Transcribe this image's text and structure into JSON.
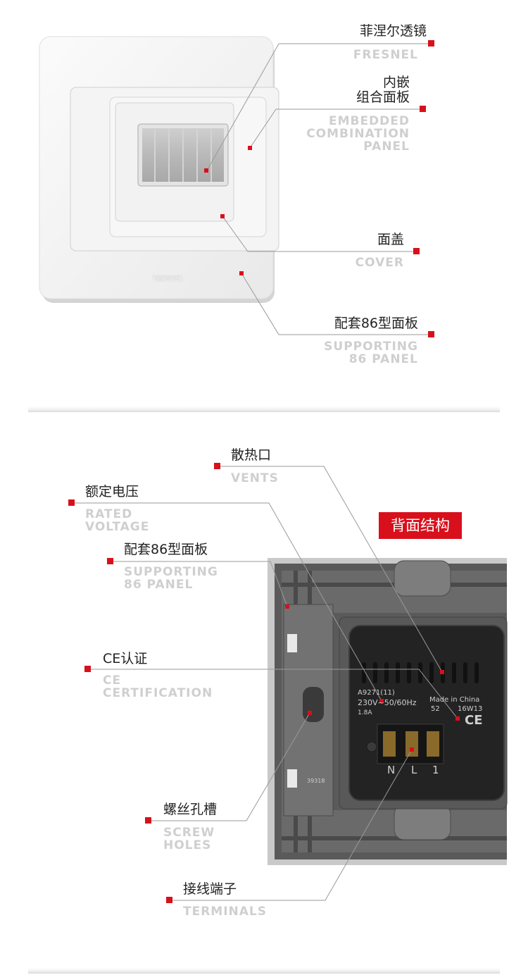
{
  "callouts_front": [
    {
      "id": "fresnel",
      "zh": "菲涅尔透镜",
      "en": [
        "FRESNEL"
      ]
    },
    {
      "id": "embedded",
      "zh": [
        "内嵌",
        "组合面板"
      ],
      "en": [
        "EMBEDDED",
        "COMBINATION",
        "PANEL"
      ]
    },
    {
      "id": "cover",
      "zh": "面盖",
      "en": [
        "COVER"
      ]
    },
    {
      "id": "supporting_front",
      "zh": "配套86型面板",
      "en": [
        "SUPPORTING",
        "86 PANEL"
      ]
    }
  ],
  "callouts_back": [
    {
      "id": "vents",
      "zh": "散热口",
      "en": [
        "VENTS"
      ]
    },
    {
      "id": "rated",
      "zh": "额定电压",
      "en": [
        "RATED",
        "VOLTAGE"
      ]
    },
    {
      "id": "supporting_back",
      "zh": "配套86型面板",
      "en": [
        "SUPPORTING",
        "86 PANEL"
      ]
    },
    {
      "id": "ce",
      "zh": "CE认证",
      "en": [
        "CE",
        "CERTIFICATION"
      ]
    },
    {
      "id": "screw",
      "zh": "螺丝孔槽",
      "en": [
        "SCREW",
        "HOLES"
      ]
    },
    {
      "id": "terminals",
      "zh": "接线端子",
      "en": [
        "TERMINALS"
      ]
    }
  ],
  "back_badge": "背面结构",
  "product_print": {
    "model": "A9271(11)",
    "voltage": "230V~50/60Hz",
    "current": "1.8A",
    "origin": "Made in China",
    "code1": "52",
    "code2": "16W13",
    "ce_mark": "CE",
    "terminals": [
      "N",
      "L",
      "1"
    ],
    "side_code": "39318",
    "brand": "legrand"
  },
  "colors": {
    "accent": "#d8101c",
    "caption_en": "#cfcfcf",
    "caption_zh": "#222222",
    "leader": "#9a9a9a"
  }
}
